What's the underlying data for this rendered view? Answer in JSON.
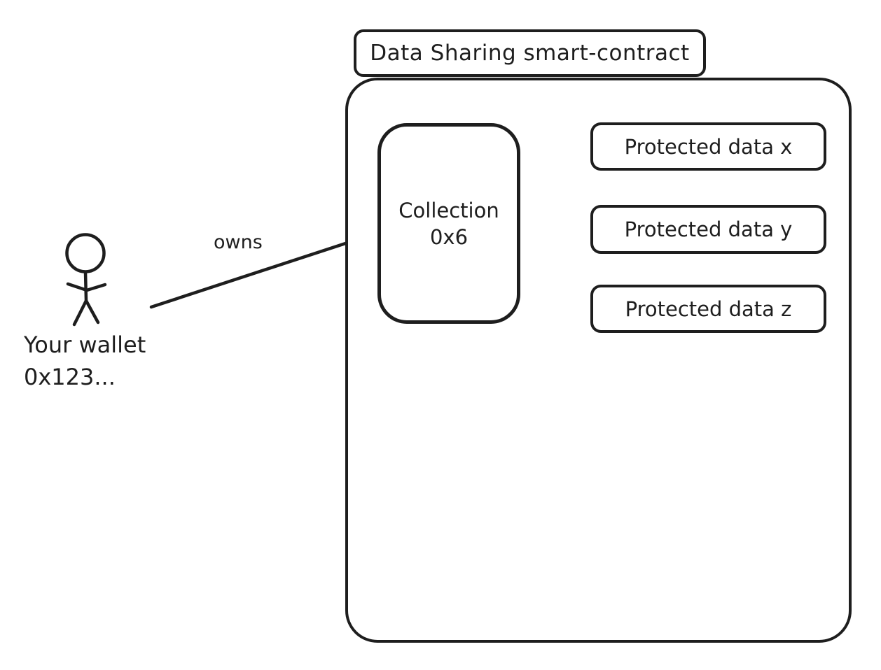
{
  "diagram": {
    "title": "Data Sharing smart-contract",
    "actor": {
      "line1": "Your wallet",
      "line2": "0x123..."
    },
    "owns_label": "owns",
    "collection": {
      "line1": "Collection",
      "line2": "0x6"
    },
    "protected_data": [
      {
        "label": "Protected data x"
      },
      {
        "label": "Protected data y"
      },
      {
        "label": "Protected data z"
      }
    ],
    "colors": {
      "stroke": "#1e1e1e",
      "background": "#ffffff"
    }
  }
}
